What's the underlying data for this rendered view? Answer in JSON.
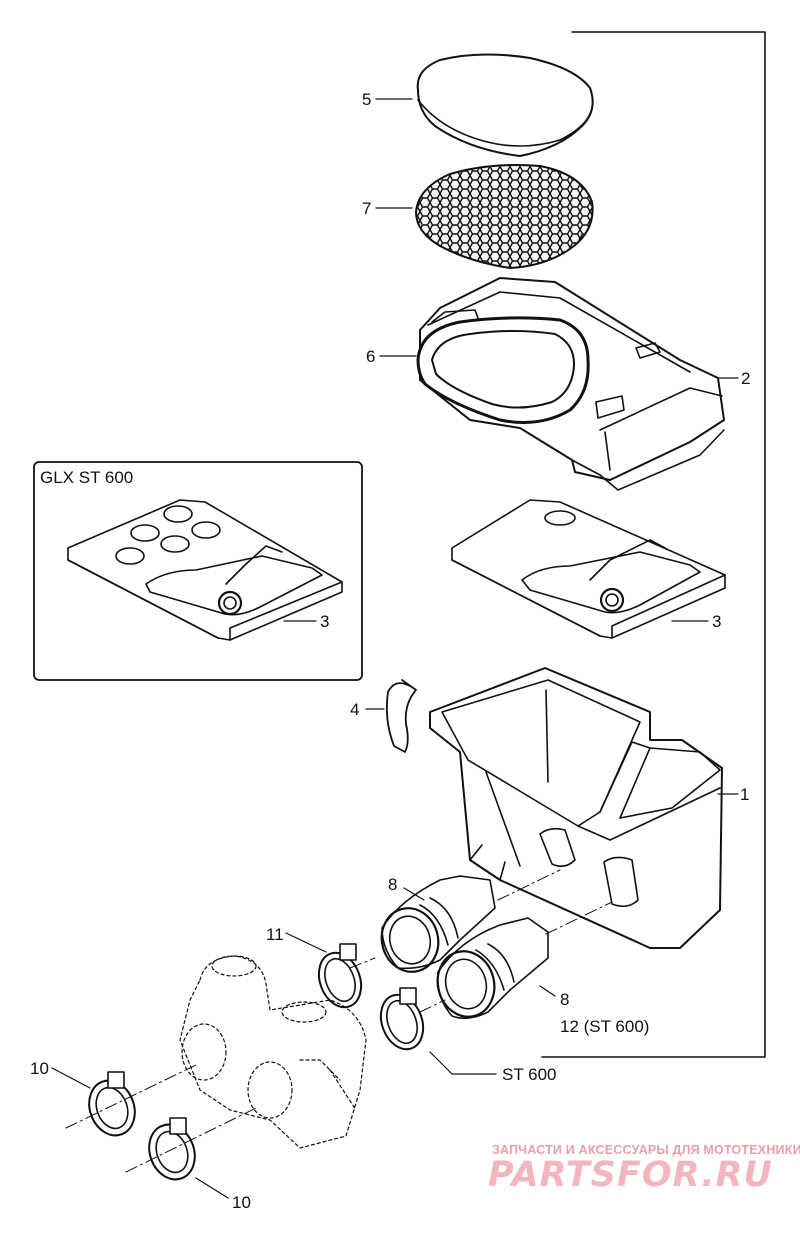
{
  "callouts": {
    "c1": "1",
    "c2": "2",
    "c3a": "3",
    "c3b": "3",
    "c4": "4",
    "c5": "5",
    "c6": "6",
    "c7": "7",
    "c8a": "8",
    "c8b": "8",
    "c10a": "10",
    "c10b": "10",
    "c11": "11",
    "c12": "12 (ST 600)",
    "st600": "ST 600"
  },
  "inset": {
    "title": "GLX ST 600"
  },
  "watermark": {
    "subtitle": "ЗАПЧАСТИ И АКСЕССУАРЫ ДЛЯ МОТОТЕХНИКИ",
    "brand": "PARTSFOR.RU"
  },
  "colors": {
    "ink": "#111111",
    "watermark": "#f2b6be"
  }
}
